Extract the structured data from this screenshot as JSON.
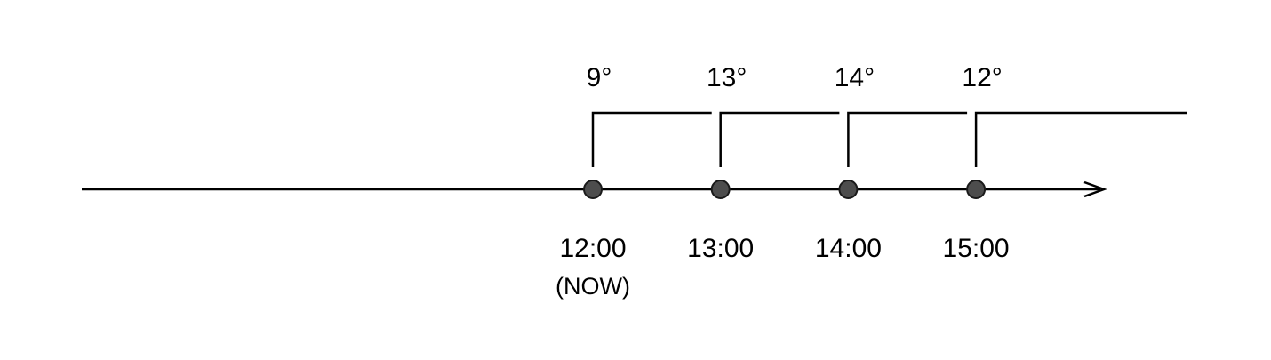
{
  "colors": {
    "line": "#000000",
    "dot_fill": "#4d4d4d",
    "dot_stroke": "#1a1a1a",
    "background": "#ffffff"
  },
  "timeline": {
    "points": [
      {
        "time": "12:00",
        "note": "(NOW)",
        "temperature": "9°"
      },
      {
        "time": "13:00",
        "note": "",
        "temperature": "13°"
      },
      {
        "time": "14:00",
        "note": "",
        "temperature": "14°"
      },
      {
        "time": "15:00",
        "note": "",
        "temperature": "12°"
      }
    ]
  }
}
